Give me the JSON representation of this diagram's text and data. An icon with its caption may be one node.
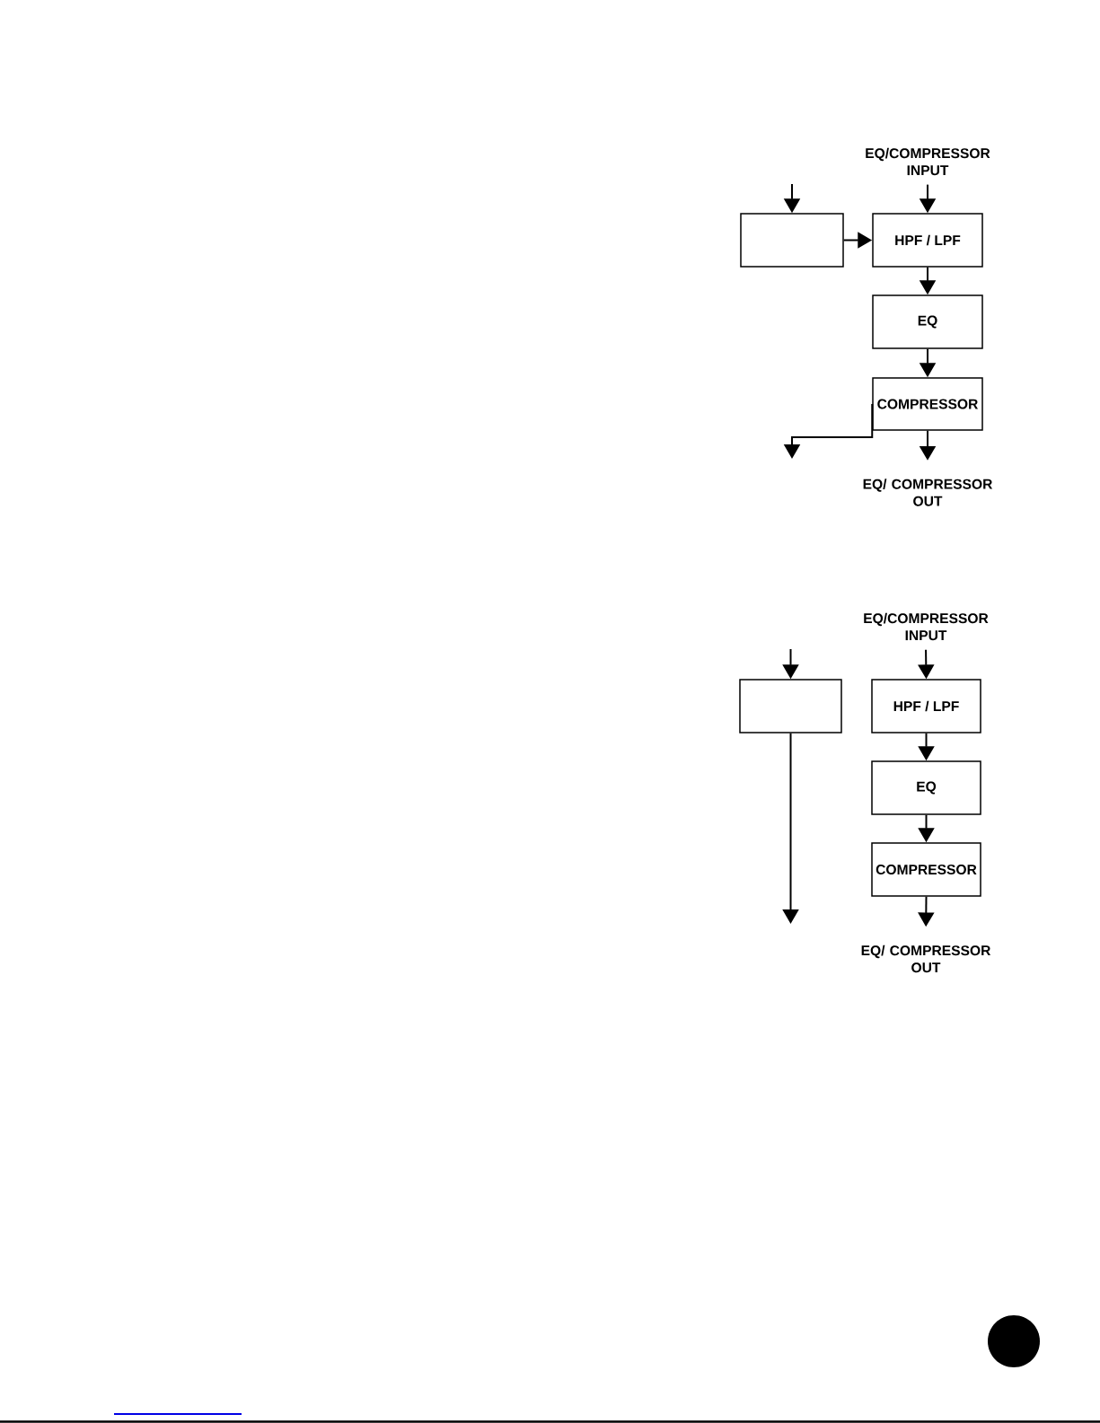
{
  "diagram": {
    "nodes": [
      {
        "text": [
          "EQ/COMPRESSOR INPUT"
        ]
      },
      {
        "text": [],
        "shape": "box"
      },
      {
        "text": [
          "HPF / LPF"
        ]
      },
      {
        "text": [
          "EQ"
        ]
      },
      {
        "text": [
          "COMPRESSOR"
        ]
      },
      {
        "text": [
          "EQ/ COMPRESSOR OUT"
        ]
      },
      {
        "text": [
          "EQ/COMPRESSOR INPUT"
        ]
      },
      {
        "text": [],
        "shape": "box"
      },
      {
        "text": [
          "HPF / LPF"
        ]
      },
      {
        "text": [
          "EQ"
        ]
      },
      {
        "text": [
          "COMPRESSOR"
        ]
      },
      {
        "text": [
          "EQ/ COMPRESSOR OUT"
        ]
      }
    ],
    "edges": [
      {
        "from": null,
        "to": 1,
        "arrow": "to"
      },
      {
        "from": 0,
        "to": 2,
        "arrow": "to"
      },
      {
        "from": 1,
        "to": 2,
        "arrow": "to"
      },
      {
        "from": 2,
        "to": 3,
        "arrow": "to"
      },
      {
        "from": 3,
        "to": 4,
        "arrow": "to"
      },
      {
        "from": 4,
        "to": 5,
        "arrow": "to"
      },
      {
        "from": 4,
        "to": null,
        "arrow": "to"
      },
      {
        "from": null,
        "to": 7,
        "arrow": "to"
      },
      {
        "from": 6,
        "to": 8,
        "arrow": "to"
      },
      {
        "from": 8,
        "to": 9,
        "arrow": "to"
      },
      {
        "from": 9,
        "to": 10,
        "arrow": "to"
      },
      {
        "from": 10,
        "to": 11,
        "arrow": "to"
      },
      {
        "from": 7,
        "to": null,
        "arrow": "to"
      }
    ]
  }
}
